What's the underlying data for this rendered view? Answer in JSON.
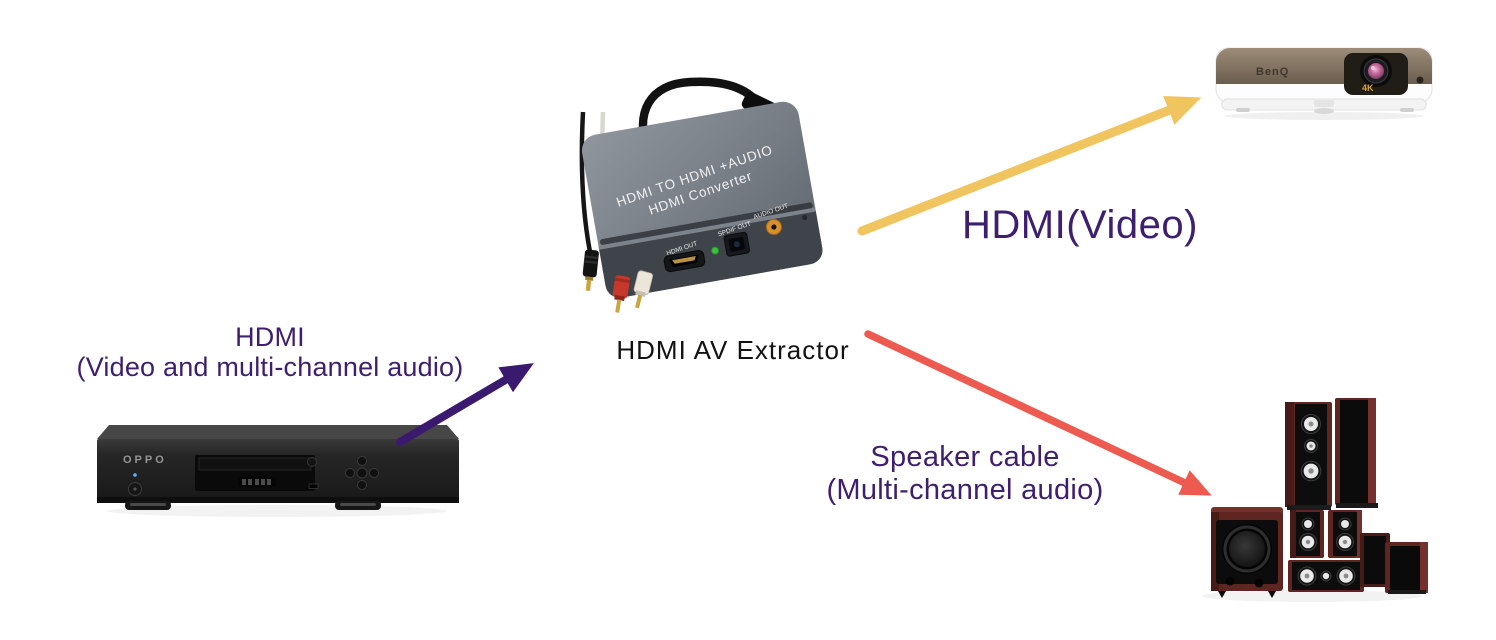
{
  "labels": {
    "source": {
      "line1": "HDMI",
      "line2": "(Video and multi-channel audio)"
    },
    "extractor_caption": "HDMI AV Extractor",
    "hdmi_video": "HDMI(Video)",
    "speaker": {
      "line1": "Speaker cable",
      "line2": "(Multi-channel audio)"
    }
  },
  "devices": {
    "bluray_player": {
      "brand": "OPPO"
    },
    "extractor": {
      "top_line1": "HDMI TO HDMI +AUDIO",
      "top_line2": "HDMI Converter",
      "ports": {
        "hdmi": "HDMI OUT",
        "spdif": "SPDIF OUT",
        "audio": "AUDIO OUT"
      }
    },
    "projector": {
      "brand": "BenQ",
      "badge": "4K"
    }
  },
  "colors": {
    "label_purple": "#3E1E6F",
    "arrow_purple": "#3A1A6E",
    "arrow_yellow": "#F0C45E",
    "arrow_red": "#EC5A50",
    "caption_black": "#121212"
  }
}
